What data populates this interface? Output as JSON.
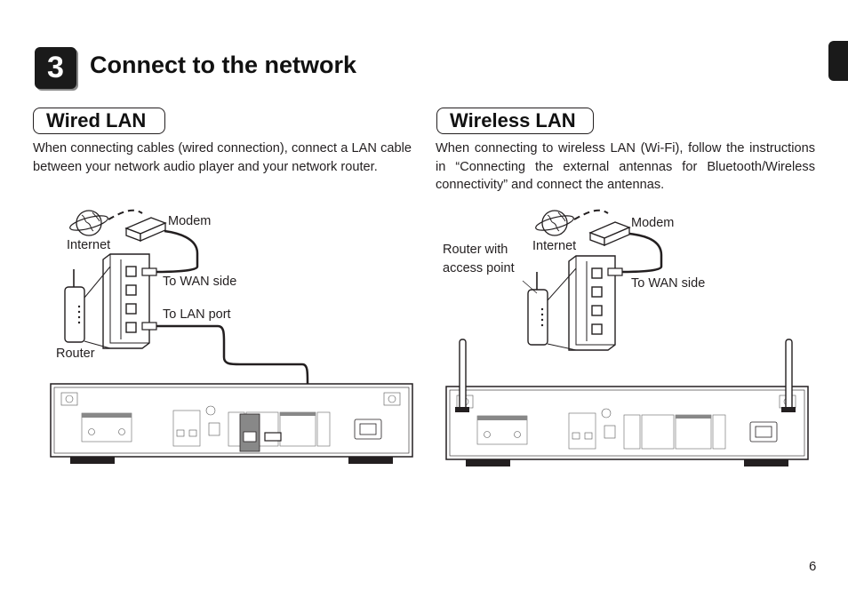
{
  "header": {
    "step_number": "3",
    "title": "Connect to the network"
  },
  "wired": {
    "heading": "Wired LAN",
    "text": "When connecting cables (wired connection), connect a LAN cable between your network audio player and your network router.",
    "labels": {
      "modem": "Modem",
      "internet": "Internet",
      "wan": "To WAN side",
      "lan": "To LAN port",
      "router": "Router"
    }
  },
  "wireless": {
    "heading": "Wireless LAN",
    "text": "When connecting to wireless LAN (Wi-Fi), follow the instructions in “Connecting the external antennas for Bluetooth/Wireless connectivity” and connect the antennas.",
    "labels": {
      "modem": "Modem",
      "internet": "Internet",
      "router_line1": "Router with",
      "router_line2": "access point",
      "wan": "To WAN side"
    }
  },
  "footer": {
    "page_number": "6"
  }
}
